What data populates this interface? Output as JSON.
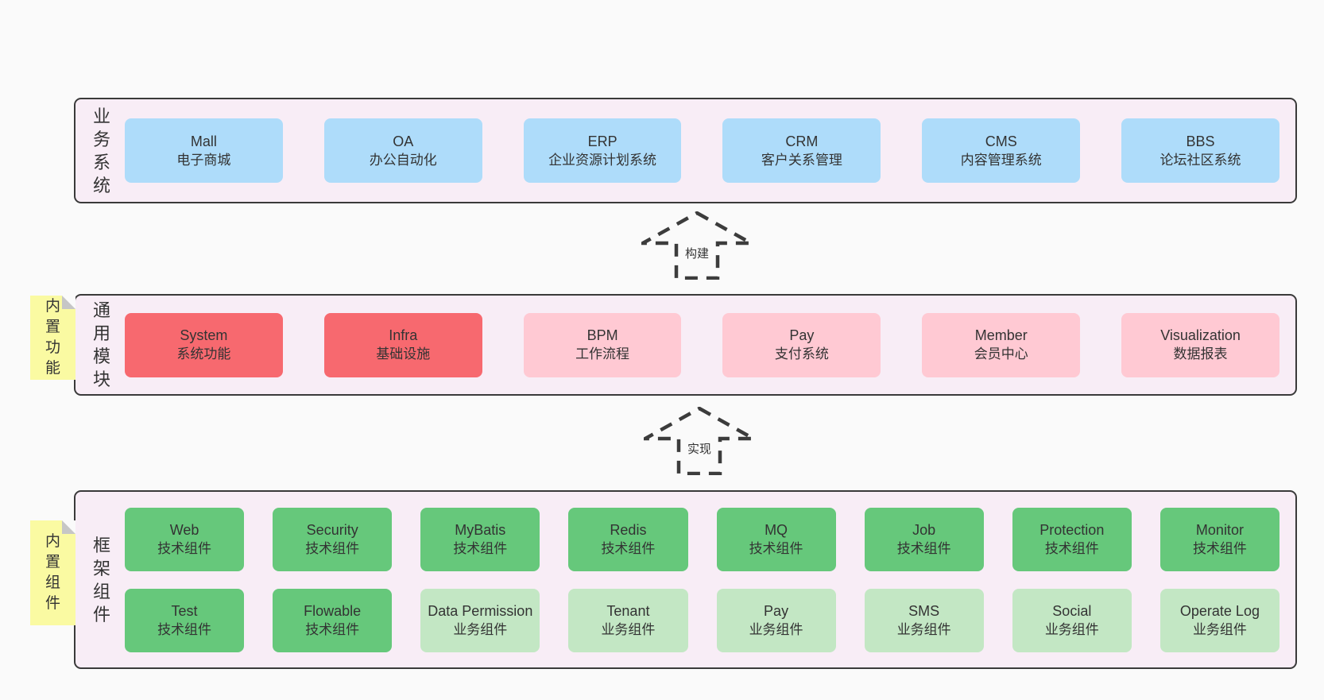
{
  "palette": {
    "page_bg": "#fafafa",
    "layer_bg": "#f8edf6",
    "layer_border": "#3a3a3a",
    "blue": "#aedcfa",
    "red": "#f7696f",
    "pink": "#ffc9d3",
    "green": "#66c87b",
    "green_light": "#c3e7c4",
    "note_yellow": "#fafaa2",
    "note_fold": "#c6c6c6",
    "text": "#333333",
    "arrow": "#3c3c3c"
  },
  "arrows": [
    {
      "label": "构建"
    },
    {
      "label": "实现"
    }
  ],
  "layers": [
    {
      "side_label": "业务系统",
      "boxes": [
        {
          "en": "Mall",
          "zh": "电子商城",
          "color": "#aedcfa"
        },
        {
          "en": "OA",
          "zh": "办公自动化",
          "color": "#aedcfa"
        },
        {
          "en": "ERP",
          "zh": "企业资源计划系统",
          "color": "#aedcfa"
        },
        {
          "en": "CRM",
          "zh": "客户关系管理",
          "color": "#aedcfa"
        },
        {
          "en": "CMS",
          "zh": "内容管理系统",
          "color": "#aedcfa"
        },
        {
          "en": "BBS",
          "zh": "论坛社区系统",
          "color": "#aedcfa"
        }
      ]
    },
    {
      "side_label": "通用模块",
      "note": "内置功能",
      "boxes": [
        {
          "en": "System",
          "zh": "系统功能",
          "color": "#f7696f"
        },
        {
          "en": "Infra",
          "zh": "基础设施",
          "color": "#f7696f"
        },
        {
          "en": "BPM",
          "zh": "工作流程",
          "color": "#ffc9d3"
        },
        {
          "en": "Pay",
          "zh": "支付系统",
          "color": "#ffc9d3"
        },
        {
          "en": "Member",
          "zh": "会员中心",
          "color": "#ffc9d3"
        },
        {
          "en": "Visualization",
          "zh": "数据报表",
          "color": "#ffc9d3"
        }
      ]
    },
    {
      "side_label": "框架组件",
      "note": "内置组件",
      "rows": [
        [
          {
            "en": "Web",
            "zh": "技术组件",
            "color": "#66c87b"
          },
          {
            "en": "Security",
            "zh": "技术组件",
            "color": "#66c87b"
          },
          {
            "en": "MyBatis",
            "zh": "技术组件",
            "color": "#66c87b"
          },
          {
            "en": "Redis",
            "zh": "技术组件",
            "color": "#66c87b"
          },
          {
            "en": "MQ",
            "zh": "技术组件",
            "color": "#66c87b"
          },
          {
            "en": "Job",
            "zh": "技术组件",
            "color": "#66c87b"
          },
          {
            "en": "Protection",
            "zh": "技术组件",
            "color": "#66c87b"
          },
          {
            "en": "Monitor",
            "zh": "技术组件",
            "color": "#66c87b"
          }
        ],
        [
          {
            "en": "Test",
            "zh": "技术组件",
            "color": "#66c87b"
          },
          {
            "en": "Flowable",
            "zh": "技术组件",
            "color": "#66c87b"
          },
          {
            "en": "Data Permission",
            "zh": "业务组件",
            "color": "#c3e7c4"
          },
          {
            "en": "Tenant",
            "zh": "业务组件",
            "color": "#c3e7c4"
          },
          {
            "en": "Pay",
            "zh": "业务组件",
            "color": "#c3e7c4"
          },
          {
            "en": "SMS",
            "zh": "业务组件",
            "color": "#c3e7c4"
          },
          {
            "en": "Social",
            "zh": "业务组件",
            "color": "#c3e7c4"
          },
          {
            "en": "Operate Log",
            "zh": "业务组件",
            "color": "#c3e7c4"
          }
        ]
      ]
    }
  ]
}
